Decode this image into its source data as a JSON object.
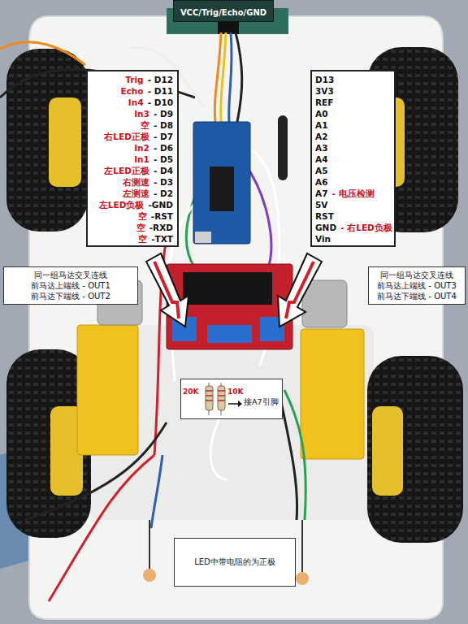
{
  "diagram": {
    "nodes": [
      {
        "text": [
          "VCC/Trig/Echo/GND"
        ]
      },
      {
        "text": [
          "Trig",
          "- D12",
          "Echo",
          "- D11",
          "In4",
          "- D10",
          "In3",
          "- D9",
          "空",
          "- D8",
          "右LED正极",
          "- D7",
          "In2",
          "- D6",
          "In1",
          "- D5",
          "左LED正极",
          "- D4",
          "右测速",
          "- D3",
          "左测速",
          "- D2",
          "左LED负极",
          "-GND",
          "空",
          "-RST",
          "空",
          "-RXD",
          "空",
          "-TXT"
        ]
      },
      {
        "text": [
          "D13",
          "3V3",
          "REF",
          "A0",
          "A1",
          "A2",
          "A3",
          "A4",
          "A5",
          "A6",
          "A7",
          "- 电压检测",
          "5V",
          "RST",
          "GND",
          "- 右LED负极",
          "Vin"
        ]
      },
      {
        "text": [
          "同一组马达交叉连线",
          "前马达上端线 - OUT1",
          "前马达下端线 - OUT2"
        ]
      },
      {
        "text": [
          "同一组马达交叉连线",
          "前马达上端线 - OUT3",
          "前马达下端线 - OUT4"
        ]
      },
      {
        "text": [
          "20K",
          "10K",
          "接A7引脚"
        ]
      },
      {
        "text": [
          "LED中带电阻的为正极"
        ]
      }
    ]
  }
}
